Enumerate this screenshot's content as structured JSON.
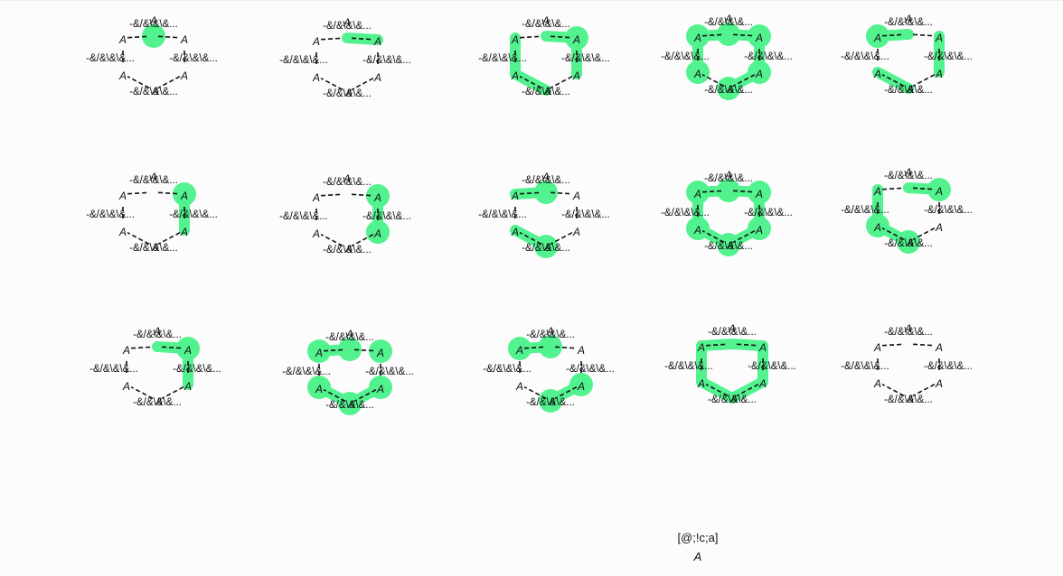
{
  "atom_label": "A",
  "substituent_label": "-&/&\\&\\&...",
  "legend": {
    "text": "[@;!c;a]",
    "atom": "A"
  },
  "colors": {
    "highlight": "#52f28f",
    "bond": "#111111",
    "text": "#111111",
    "background": "#fcfcfc"
  },
  "molecules": [
    {
      "atoms": [
        0
      ],
      "bonds": []
    },
    {
      "atoms": [],
      "bonds": [
        [
          0,
          1
        ]
      ]
    },
    {
      "atoms": [
        1
      ],
      "bonds": [
        [
          0,
          1
        ],
        [
          1,
          2
        ],
        [
          3,
          4
        ],
        [
          4,
          5
        ]
      ]
    },
    {
      "atoms": [
        0,
        1,
        2,
        3,
        4,
        5
      ],
      "bonds": [
        [
          0,
          1
        ],
        [
          1,
          2
        ],
        [
          2,
          3
        ],
        [
          4,
          5
        ],
        [
          5,
          0
        ]
      ]
    },
    {
      "atoms": [
        5
      ],
      "bonds": [
        [
          1,
          2
        ],
        [
          3,
          4
        ],
        [
          5,
          0
        ]
      ]
    },
    {
      "atoms": [
        1
      ],
      "bonds": [
        [
          1,
          2
        ]
      ]
    },
    {
      "atoms": [
        1,
        2
      ],
      "bonds": [
        [
          1,
          2
        ]
      ]
    },
    {
      "atoms": [
        0,
        3
      ],
      "bonds": [
        [
          5,
          0
        ],
        [
          3,
          4
        ]
      ]
    },
    {
      "atoms": [
        0,
        1,
        2,
        3,
        4,
        5
      ],
      "bonds": [
        [
          0,
          1
        ],
        [
          1,
          2
        ],
        [
          2,
          3
        ],
        [
          3,
          4
        ],
        [
          4,
          5
        ],
        [
          5,
          0
        ]
      ]
    },
    {
      "atoms": [
        1,
        3,
        4
      ],
      "bonds": [
        [
          0,
          1
        ],
        [
          3,
          4
        ],
        [
          4,
          5
        ]
      ]
    },
    {
      "atoms": [
        1
      ],
      "bonds": [
        [
          0,
          1
        ],
        [
          1,
          2
        ]
      ]
    },
    {
      "atoms": [
        0,
        1,
        2,
        3,
        4,
        5
      ],
      "bonds": [
        [
          0,
          5
        ],
        [
          2,
          3
        ],
        [
          3,
          4
        ]
      ]
    },
    {
      "atoms": [
        0,
        2,
        3,
        5
      ],
      "bonds": [
        [
          5,
          0
        ],
        [
          2,
          3
        ]
      ]
    },
    {
      "atoms": [],
      "bonds": [
        [
          0,
          1
        ],
        [
          1,
          2
        ],
        [
          4,
          5
        ],
        [
          3,
          4
        ],
        [
          5,
          0
        ],
        [
          2,
          3
        ]
      ]
    },
    {
      "atoms": [],
      "bonds": []
    }
  ]
}
